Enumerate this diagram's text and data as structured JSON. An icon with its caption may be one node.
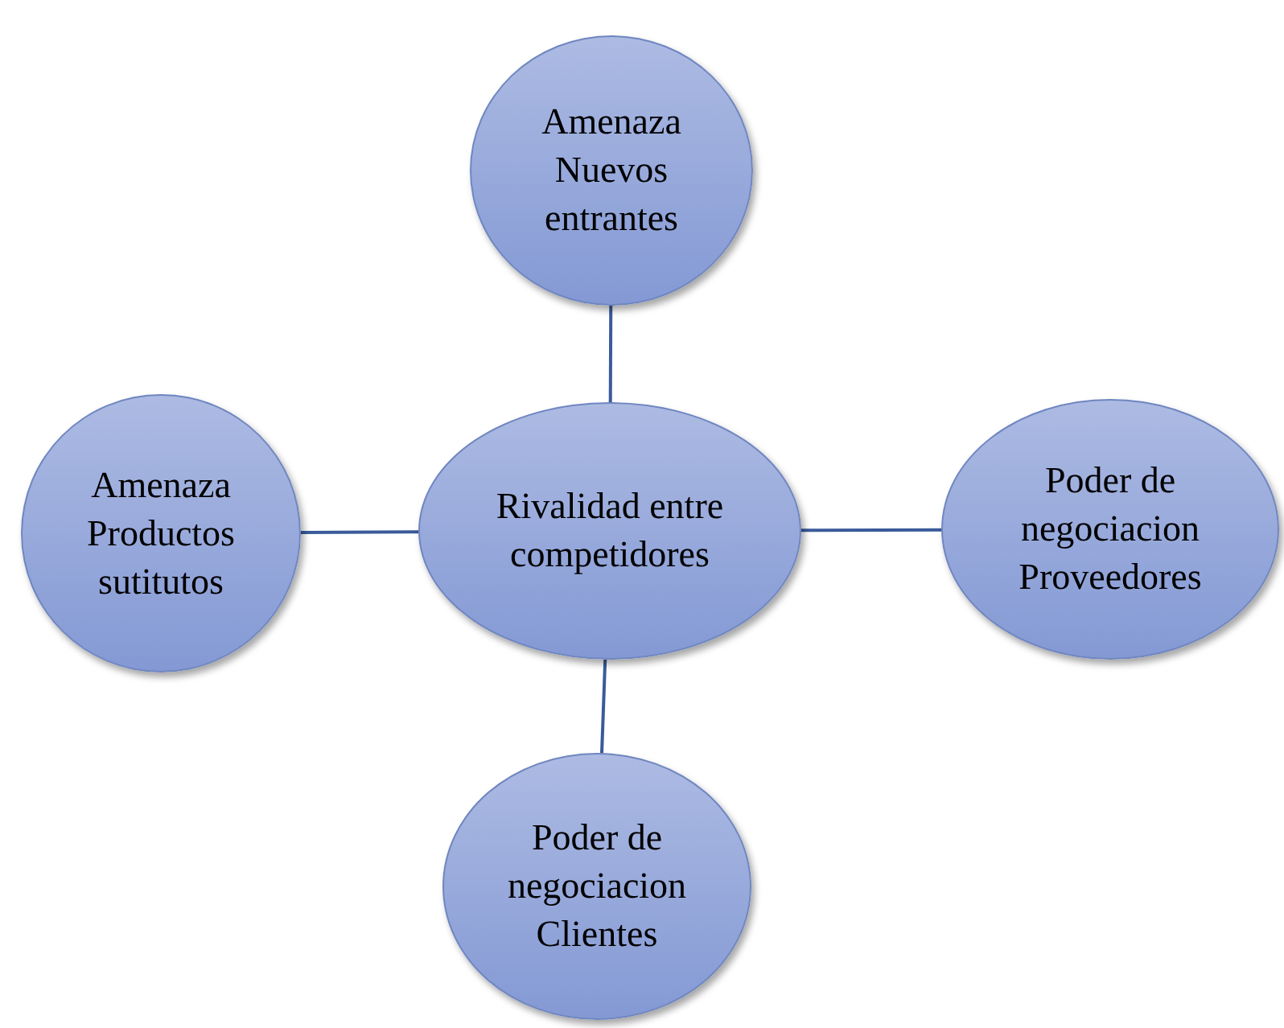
{
  "diagram": {
    "nodes": [
      {
        "text": [
          "Amenaza Nuevos entrantes"
        ]
      },
      {
        "text": [
          "Amenaza Productos sutitutos"
        ]
      },
      {
        "text": [
          "Rivalidad entre competidores"
        ]
      },
      {
        "text": [
          "Poder de negociacion Proveedores"
        ]
      },
      {
        "text": [
          "Poder de negociacion Clientes"
        ]
      }
    ],
    "edges": [
      {
        "from": 2,
        "to": 0,
        "arrow": "none"
      },
      {
        "from": 2,
        "to": 1,
        "arrow": "none"
      },
      {
        "from": 2,
        "to": 3,
        "arrow": "none"
      },
      {
        "from": 2,
        "to": 4,
        "arrow": "none"
      }
    ]
  }
}
